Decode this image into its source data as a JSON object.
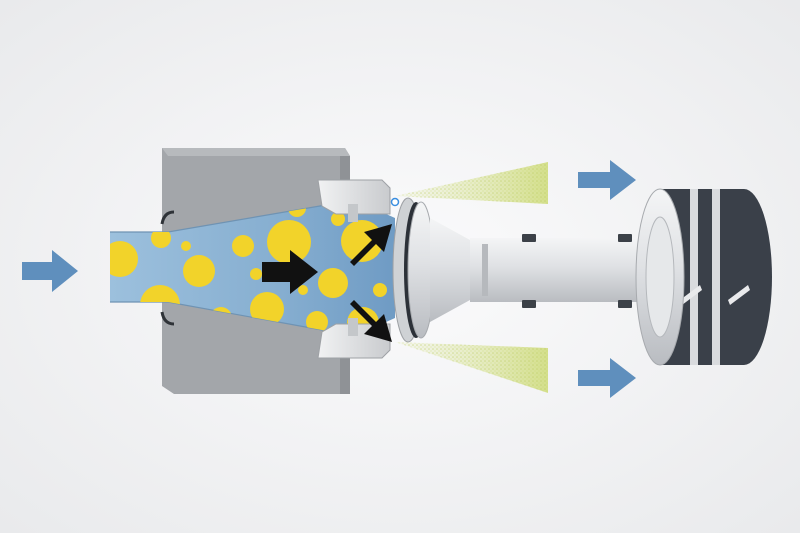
{
  "diagram": {
    "colors": {
      "background": "#f2f3f4",
      "flow_arrow": "#5f8fbd",
      "fluid": "#8fb6d6",
      "particle": "#f2d32a",
      "direction_arrow": "#111111",
      "housing": "#a3a6aa",
      "nut": "#e3e4e6",
      "spindle": "#dcdee1",
      "brush_band": "#3a4049",
      "spray": "#d4df8c"
    },
    "components": [
      "inlet-flow-arrow",
      "nozzle-housing",
      "fluid-stream",
      "particles",
      "flow-direction-arrows",
      "spray-cones",
      "outlet-flow-arrows",
      "spindle-shaft",
      "brush-roller"
    ],
    "particle_count": 18
  }
}
